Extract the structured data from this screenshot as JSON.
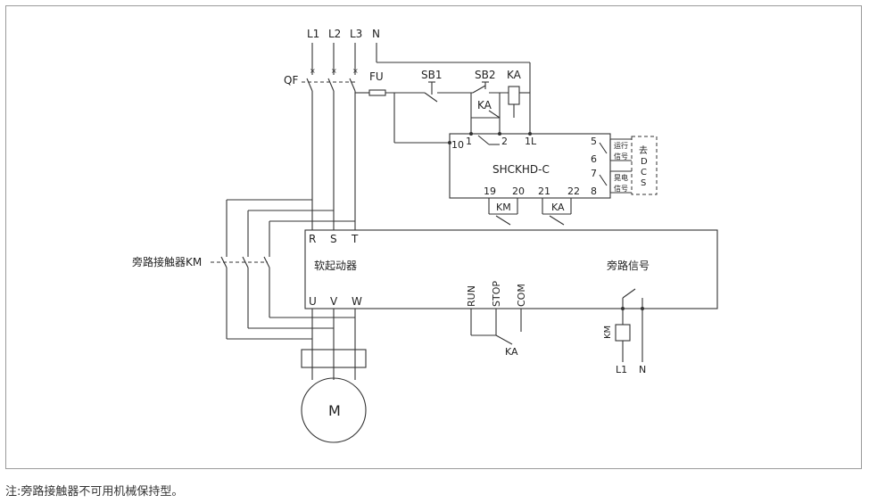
{
  "supply": {
    "l1": "L1",
    "l2": "L2",
    "l3": "L3",
    "n": "N"
  },
  "breaker": {
    "qf": "QF",
    "fu": "FU"
  },
  "buttons": {
    "sb1": "SB1",
    "sb2": "SB2"
  },
  "relay": {
    "ka": "KA",
    "ka_contact": "KA",
    "ka_bottom": "KA"
  },
  "controller": {
    "model": "SHCKHD-C",
    "terminals": {
      "t10": "10",
      "t1": "1",
      "t2": "2",
      "t1l": "1L",
      "t5": "5",
      "t6": "6",
      "t7": "7",
      "t8": "8",
      "t19": "19",
      "t20": "20",
      "t21": "21",
      "t22": "22"
    },
    "run_signal_1": "运行",
    "run_signal_2": "信号",
    "fault_signal_1": "晃电",
    "fault_signal_2": "信号",
    "dcs_1": "去",
    "dcs_2": "D",
    "dcs_3": "C",
    "dcs_4": "S",
    "km_contact": "KM",
    "ka_contact": "KA"
  },
  "soft_starter": {
    "title": "软起动器",
    "inputs": {
      "r": "R",
      "s": "S",
      "t": "T"
    },
    "outputs": {
      "u": "U",
      "v": "V",
      "w": "W"
    },
    "run": "RUN",
    "stop": "STOP",
    "com": "COM",
    "bypass_signal": "旁路信号"
  },
  "bypass": {
    "label": "旁路接触器KM",
    "coil": "KM",
    "l1": "L1",
    "n": "N"
  },
  "motor": {
    "label": "M"
  },
  "note": "注:旁路接触器不可用机械保持型。"
}
